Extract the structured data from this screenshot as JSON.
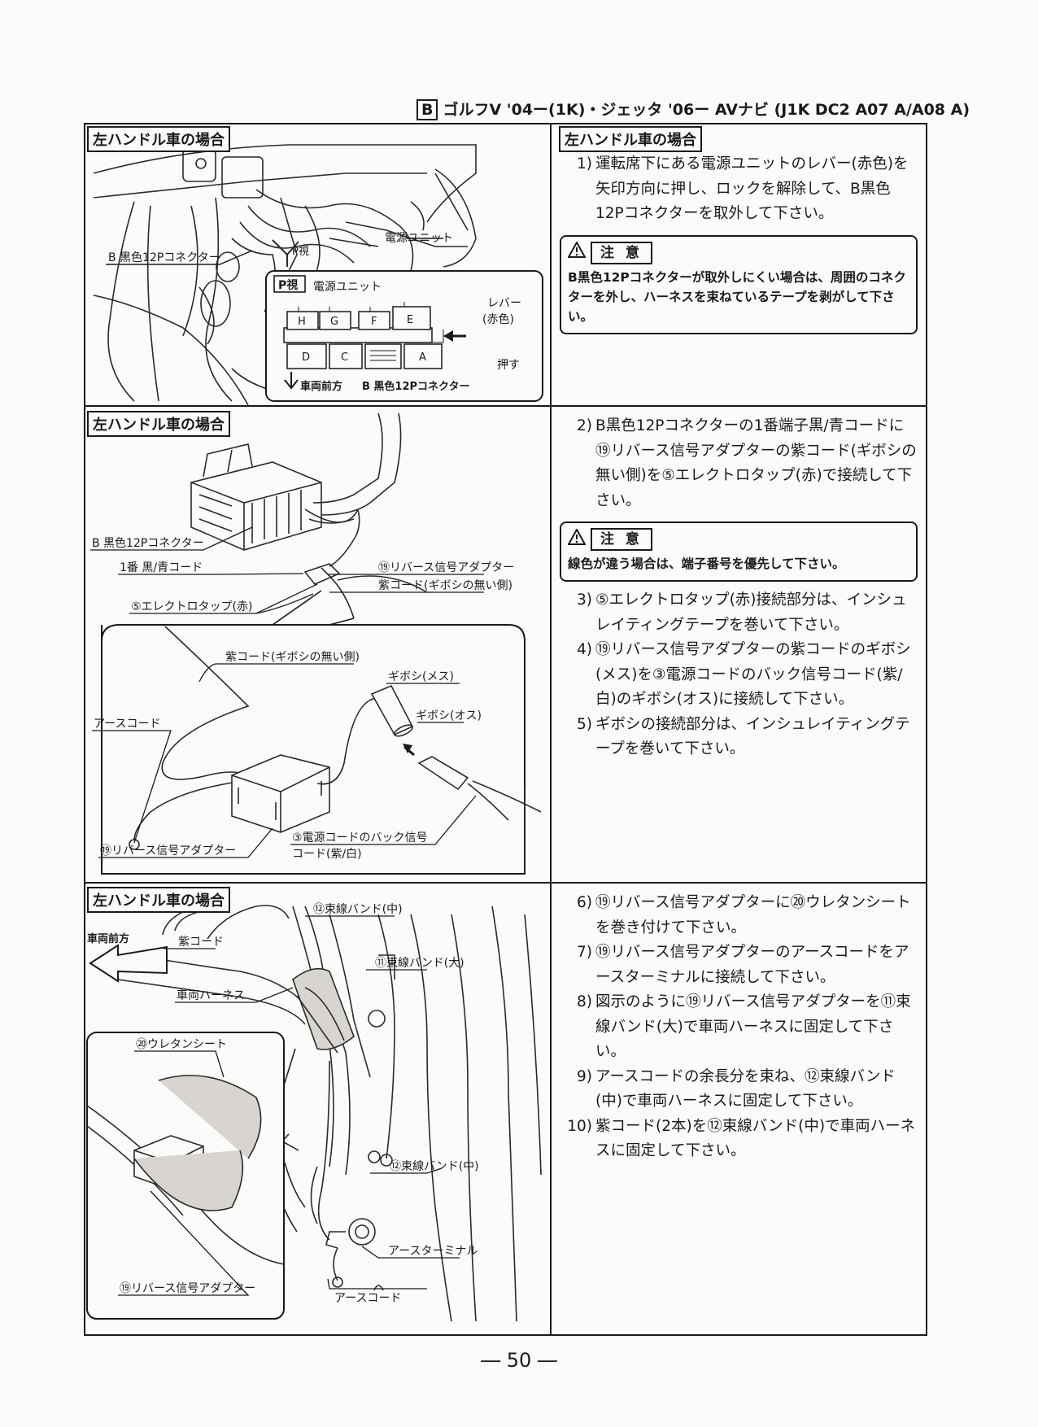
{
  "header": {
    "badge": "B",
    "title": "ゴルフV '04ー(1K)・ジェッタ '06ー AVナビ (J1K DC2 A07 A/A08 A)"
  },
  "section1": {
    "tag": "左ハンドル車の場合",
    "right_tag": "左ハンドル車の場合",
    "figure": {
      "power_unit": "電源ユニット",
      "p_view_arrow": "P視",
      "connector": "B 黒色12Pコネクター",
      "inset_title": "P視",
      "inset_power_unit": "電源ユニット",
      "lever": "レバー",
      "lever_color": "(赤色)",
      "push": "押す",
      "vehicle_front": "車両前方",
      "inset_connector": "B 黒色12Pコネクター",
      "letters_top": [
        "H",
        "G",
        "F",
        "E"
      ],
      "letters_bottom": [
        "D",
        "C",
        "A"
      ]
    },
    "steps": [
      {
        "num": "1)",
        "text": "運転席下にある電源ユニットのレバー(赤色)を矢印方向に押し、ロックを解除して、B黒色12Pコネクターを取外して下さい。"
      }
    ],
    "caution": {
      "label": "注 意",
      "text": "B黒色12Pコネクターが取外しにくい場合は、周囲のコネクターを外し、ハーネスを束ねているテープを剥がして下さい。"
    }
  },
  "section2": {
    "tag": "左ハンドル車の場合",
    "figure": {
      "connector": "B 黒色12Pコネクター",
      "pin_wire": "1番 黒/青コード",
      "tap": "⑤エレクトロタップ(赤)",
      "adapter": "⑲リバース信号アダプター",
      "purple_wire": "紫コード(ギボシの無い側)",
      "inset_purple_wire": "紫コード(ギボシの無い側)",
      "gibo_female": "ギボシ(メス)",
      "gibo_male": "ギボシ(オス)",
      "earth_wire": "アースコード",
      "inset_adapter": "⑲リバース信号アダプター",
      "back_signal_1": "③電源コードのバック信号",
      "back_signal_2": "コード(紫/白)"
    },
    "steps": [
      {
        "num": "2)",
        "text": "B黒色12Pコネクターの1番端子黒/青コードに⑲リバース信号アダプターの紫コード(ギボシの無い側)を⑤エレクトロタップ(赤)で接続して下さい。"
      },
      {
        "num": "3)",
        "text": "⑤エレクトロタップ(赤)接続部分は、インシュレイティングテープを巻いて下さい。"
      },
      {
        "num": "4)",
        "text": "⑲リバース信号アダプターの紫コードのギボシ(メス)を③電源コードのバック信号コード(紫/白)のギボシ(オス)に接続して下さい。"
      },
      {
        "num": "5)",
        "text": "ギボシの接続部分は、インシュレイティングテープを巻いて下さい。"
      }
    ],
    "caution": {
      "label": "注 意",
      "text": "線色が違う場合は、端子番号を優先して下さい。"
    }
  },
  "section3": {
    "tag": "左ハンドル車の場合",
    "figure": {
      "vehicle_front": "車両前方",
      "purple_wire": "紫コード",
      "band_mid_top": "⑫束線バンド(中)",
      "band_large": "⑪束線バンド(大)",
      "harness": "車両ハーネス",
      "urethane": "⑳ウレタンシート",
      "band_mid_bottom": "⑫束線バンド(中)",
      "earth_terminal": "アースターミナル",
      "adapter": "⑲リバース信号アダプター",
      "earth_wire": "アースコード"
    },
    "steps": [
      {
        "num": "6)",
        "text": "⑲リバース信号アダプターに⑳ウレタンシートを巻き付けて下さい。"
      },
      {
        "num": "7)",
        "text": "⑲リバース信号アダプターのアースコードをアースターミナルに接続して下さい。"
      },
      {
        "num": "8)",
        "text": "図示のように⑲リバース信号アダプターを⑪束線バンド(大)で車両ハーネスに固定して下さい。"
      },
      {
        "num": "9)",
        "text": "アースコードの余長分を束ね、⑫束線バンド(中)で車両ハーネスに固定して下さい。"
      },
      {
        "num": "10)",
        "text": "紫コード(2本)を⑫束線バンド(中)で車両ハーネスに固定して下さい。"
      }
    ]
  },
  "page_number": "― 50 ―"
}
